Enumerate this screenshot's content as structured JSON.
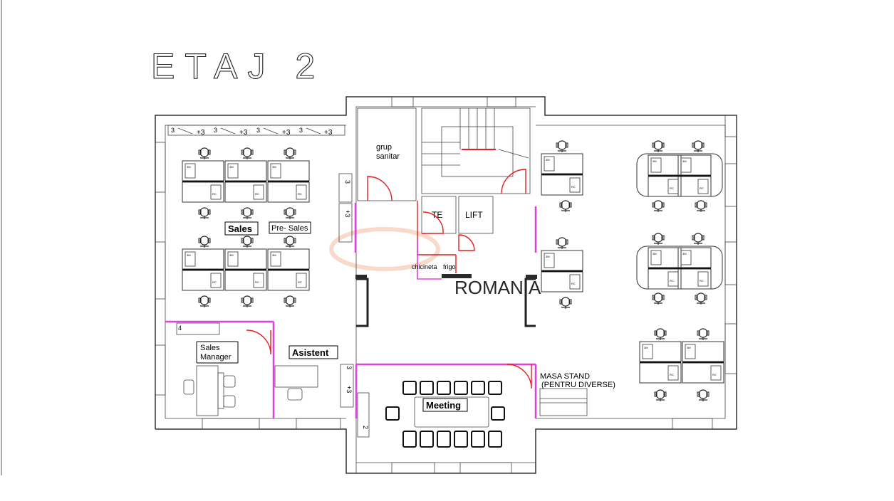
{
  "floor_title": "ETAJ 2",
  "watermark": "ROMANIA",
  "rooms": {
    "wc": "grup\nsanitar",
    "te": "TE",
    "lift": "LIFT",
    "kitchen": "chicineta",
    "fridge": "frigo",
    "sales": "Sales",
    "presales": "Pre- Sales",
    "sales_manager": "Sales\nManager",
    "assistant": "Asistent",
    "meeting": "Meeting",
    "stand_table": "MASA STAND\n(PENTRU DIVERSE)"
  },
  "radiator_labels": [
    "3",
    "+3",
    "3",
    "+3",
    "3",
    "+3",
    "3",
    "+3"
  ],
  "side_marks": [
    "3",
    "+3",
    "3",
    "+3",
    "4",
    "2"
  ],
  "desk_tags": [
    "3M",
    "RC"
  ]
}
